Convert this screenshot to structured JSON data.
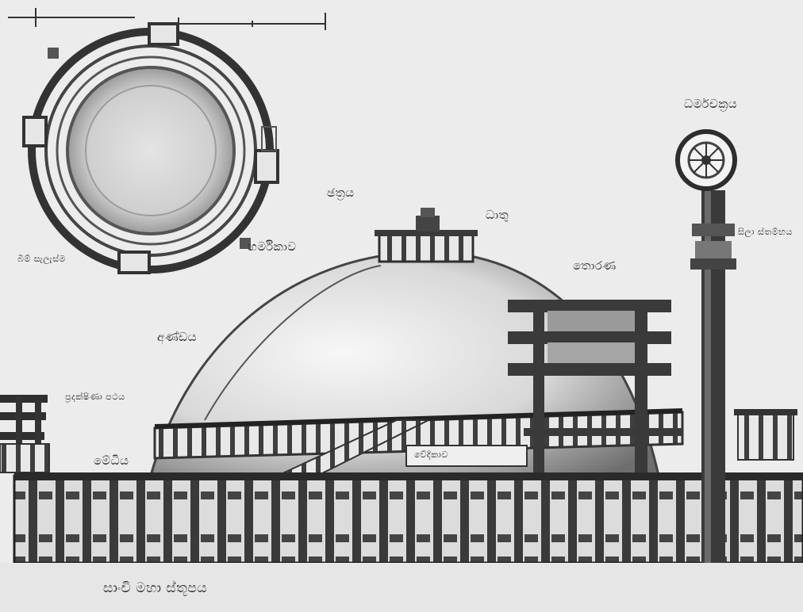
{
  "labels": {
    "chatra": "ඡත්‍රය",
    "harmika": "හර්මිකාව",
    "dhatu": "ධාතු",
    "medhi": "මේධිය",
    "anda": "අණ්ඩය",
    "torana": "තොරණ",
    "pradakshina_path": "ප්‍රදක්ෂිණා පථය",
    "vedika": "වේදිකාව",
    "dharmachakra": "ධර්මචක්‍රය",
    "sila_stambha": "සිලා ස්තම්භය",
    "plan_caption": "බිම් සැලැස්ම",
    "bottom_caption": "සාංචි මහා ස්තූපය"
  },
  "colors": {
    "paper": "#ececec",
    "ink": "#2b2b2b",
    "dome_light": "#f4f4f4",
    "dome_dark": "#8a8a8a"
  }
}
